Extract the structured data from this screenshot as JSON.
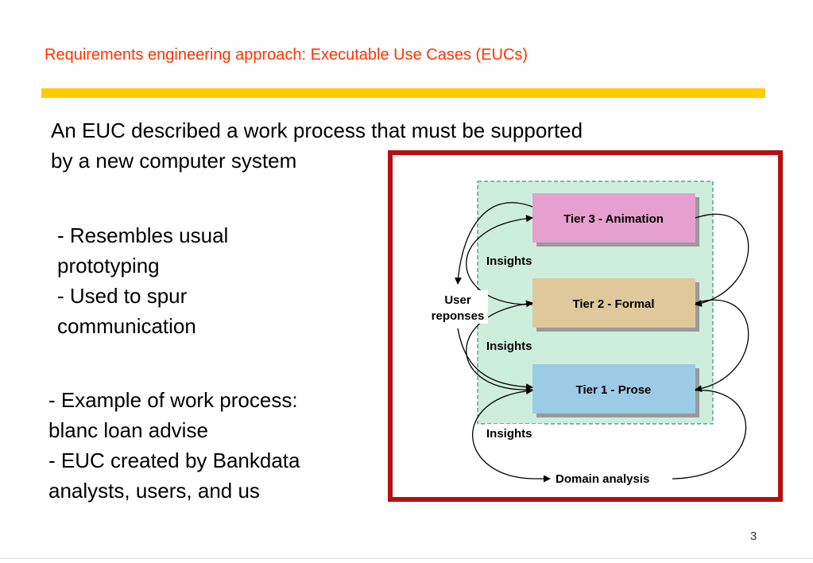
{
  "slide": {
    "title": "Requirements engineering approach: Executable Use Cases (EUCs)",
    "intro_lines": [
      "An EUC described a work process that must be supported",
      "by a new computer system"
    ],
    "bullets_a": [
      "- Resembles usual",
      "prototyping",
      "- Used to spur",
      "communication"
    ],
    "bullets_b": [
      "- Example of work process:",
      "blanc loan advise",
      "- EUC created by Bankdata",
      "analysts, users, and us"
    ],
    "page_number": "3"
  },
  "diagram": {
    "tiers": [
      {
        "label": "Tier 3 - Animation",
        "color": "#e6a0cf"
      },
      {
        "label": "Tier 2 - Formal",
        "color": "#dfc99a"
      },
      {
        "label": "Tier 1 - Prose",
        "color": "#9ccbe6"
      }
    ],
    "insights": [
      "Insights",
      "Insights",
      "Insights"
    ],
    "user_responses": [
      "User",
      "reponses"
    ],
    "domain_analysis": "Domain analysis",
    "zone_color": "#cdeedd",
    "frame_color": "#b50f0f"
  }
}
